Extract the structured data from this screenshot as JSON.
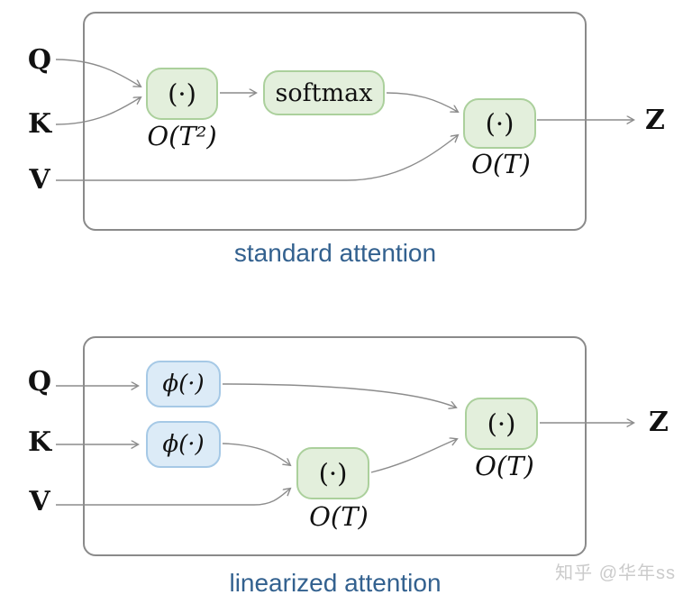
{
  "colors": {
    "green-fill": "#e3efdc",
    "green-border": "#abd09c",
    "blue-fill": "#dcebf7",
    "blue-border": "#a6c9e6",
    "edge": "#8c8c8c",
    "frame": "#8a8a8a",
    "caption": "#33618f",
    "text": "#111111",
    "watermark": "#cbcbcb"
  },
  "standard": {
    "caption": "standard attention",
    "inputs": {
      "q": "Q",
      "k": "K",
      "v": "V"
    },
    "output": "Z",
    "nodes": {
      "qk": {
        "label": "(·)",
        "complexity": "O(T²)"
      },
      "softmax": {
        "label": "softmax"
      },
      "av": {
        "label": "(·)",
        "complexity": "O(T)"
      }
    }
  },
  "linearized": {
    "caption": "linearized attention",
    "inputs": {
      "q": "Q",
      "k": "K",
      "v": "V"
    },
    "output": "Z",
    "nodes": {
      "phi_q": {
        "label": "ϕ(·)"
      },
      "phi_k": {
        "label": "ϕ(·)"
      },
      "kv": {
        "label": "(·)",
        "complexity": "O(T)"
      },
      "out": {
        "label": "(·)",
        "complexity": "O(T)"
      }
    }
  },
  "watermark": "知乎 @华年ss"
}
